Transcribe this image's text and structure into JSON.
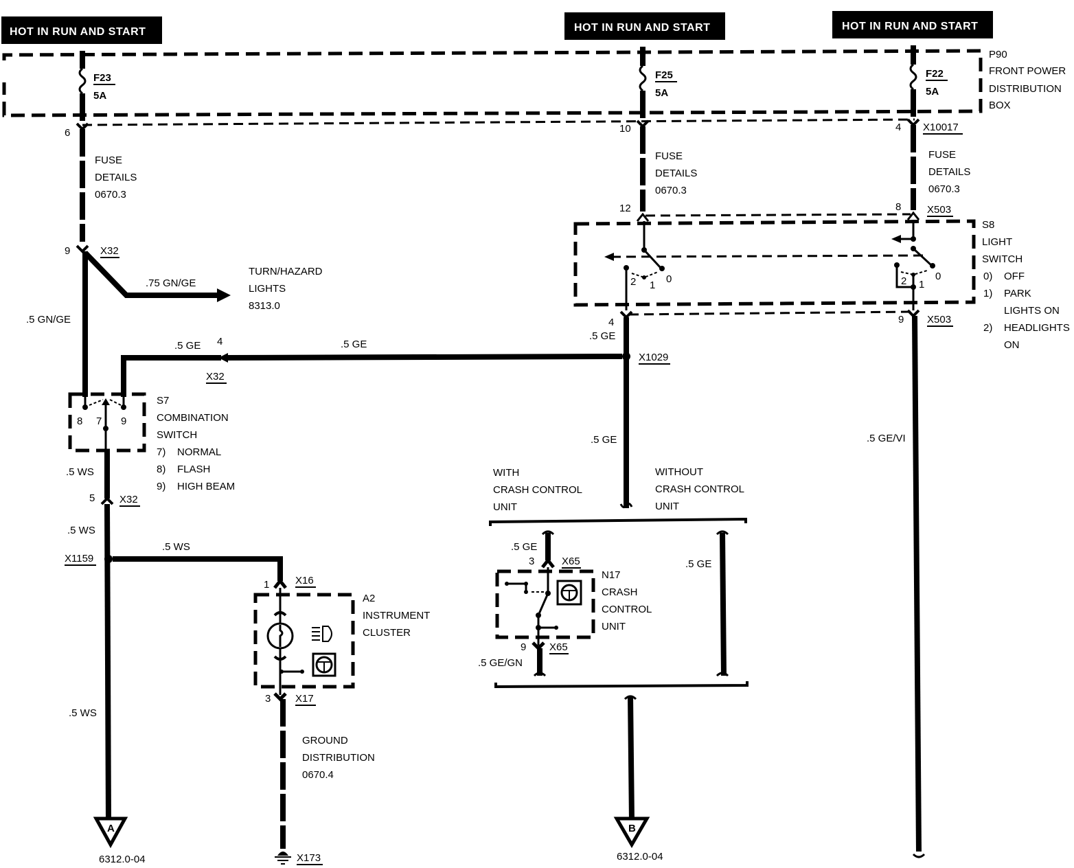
{
  "power_labels": [
    {
      "id": "hot1",
      "text": "HOT IN RUN AND START"
    },
    {
      "id": "hot2",
      "text": "HOT IN RUN AND START"
    },
    {
      "id": "hot3",
      "text": "HOT IN RUN AND START"
    }
  ],
  "fuses": [
    {
      "id": "F23",
      "name": "F23",
      "rating": "5A",
      "pin_out": "6",
      "details": [
        "FUSE",
        "DETAILS",
        "0670.3"
      ]
    },
    {
      "id": "F25",
      "name": "F25",
      "rating": "5A",
      "pin_out": "10",
      "pin_in_switch": "12",
      "details": [
        "FUSE",
        "DETAILS",
        "0670.3"
      ]
    },
    {
      "id": "F22",
      "name": "F22",
      "rating": "5A",
      "pin_out": "4",
      "connector_out": "X10017",
      "pin_in_switch": "8",
      "connector_in_switch": "X503",
      "details": [
        "FUSE",
        "DETAILS",
        "0670.3"
      ]
    }
  ],
  "p90": {
    "lines": [
      "P90",
      "FRONT POWER",
      "DISTRIBUTION",
      "BOX"
    ]
  },
  "s8": {
    "lines": [
      "S8",
      "LIGHT",
      "SWITCH"
    ],
    "positions": [
      {
        "num": "0)",
        "text": "OFF"
      },
      {
        "num": "1)",
        "text": "PARK"
      },
      {
        "num": "",
        "text": "LIGHTS ON"
      },
      {
        "num": "2)",
        "text": "HEADLIGHTS"
      },
      {
        "num": "",
        "text": "ON"
      }
    ],
    "contact_labels": {
      "p2": "2",
      "p1": "1",
      "p0": "0"
    },
    "pin_left_out": "4",
    "pin_right_out": "9",
    "connector_right_out": "X503"
  },
  "s7": {
    "lines": [
      "S7",
      "COMBINATION",
      "SWITCH"
    ],
    "positions": [
      {
        "num": "7)",
        "text": "NORMAL"
      },
      {
        "num": "8)",
        "text": "FLASH"
      },
      {
        "num": "9)",
        "text": "HIGH BEAM"
      }
    ],
    "contacts": {
      "c8": "8",
      "c7": "7",
      "c9": "9"
    }
  },
  "x32_top": {
    "pin": "9",
    "connector": "X32"
  },
  "turn_hazard": {
    "lines": [
      "TURN/HAZARD",
      "LIGHTS",
      "8313.0"
    ],
    "wire": ".75 GN/GE"
  },
  "wires": {
    "gn_ge": ".5 GN/GE",
    "ge_left": ".5 GE",
    "ge_mid": ".5 GE",
    "ge_s8": ".5 GE",
    "ge_down": ".5 GE",
    "ge_vi": ".5 GE/VI",
    "ws1": ".5 WS",
    "ws2": ".5 WS",
    "ws3": ".5 WS",
    "ws4": ".5 WS",
    "ge_crash_top": ".5 GE",
    "ge_gn_crash": ".5 GE/GN",
    "ge_without": ".5 GE"
  },
  "x32_mid": {
    "pin": "4",
    "connector": "X32"
  },
  "x1029": {
    "connector": "X1029"
  },
  "x32_low": {
    "pin": "5",
    "connector": "X32"
  },
  "x1159": {
    "connector": "X1159"
  },
  "a2": {
    "lines": [
      "A2",
      "INSTRUMENT",
      "CLUSTER"
    ],
    "pin_in": "1",
    "connector_in": "X16",
    "pin_out": "3",
    "connector_out": "X17"
  },
  "ground": {
    "lines": [
      "GROUND",
      "DISTRIBUTION",
      "0670.4"
    ],
    "connector": "X173"
  },
  "crash_options": {
    "with": [
      "WITH",
      "CRASH CONTROL",
      "UNIT"
    ],
    "without": [
      "WITHOUT",
      "CRASH CONTROL",
      "UNIT"
    ]
  },
  "n17": {
    "lines": [
      "N17",
      "CRASH",
      "CONTROL",
      "UNIT"
    ],
    "pin_in": "3",
    "connector_in": "X65",
    "pin_out": "9",
    "connector_out": "X65"
  },
  "refs": {
    "a": {
      "letter": "A",
      "page": "6312.0-04"
    },
    "b": {
      "letter": "B",
      "page": "6312.0-04"
    }
  }
}
